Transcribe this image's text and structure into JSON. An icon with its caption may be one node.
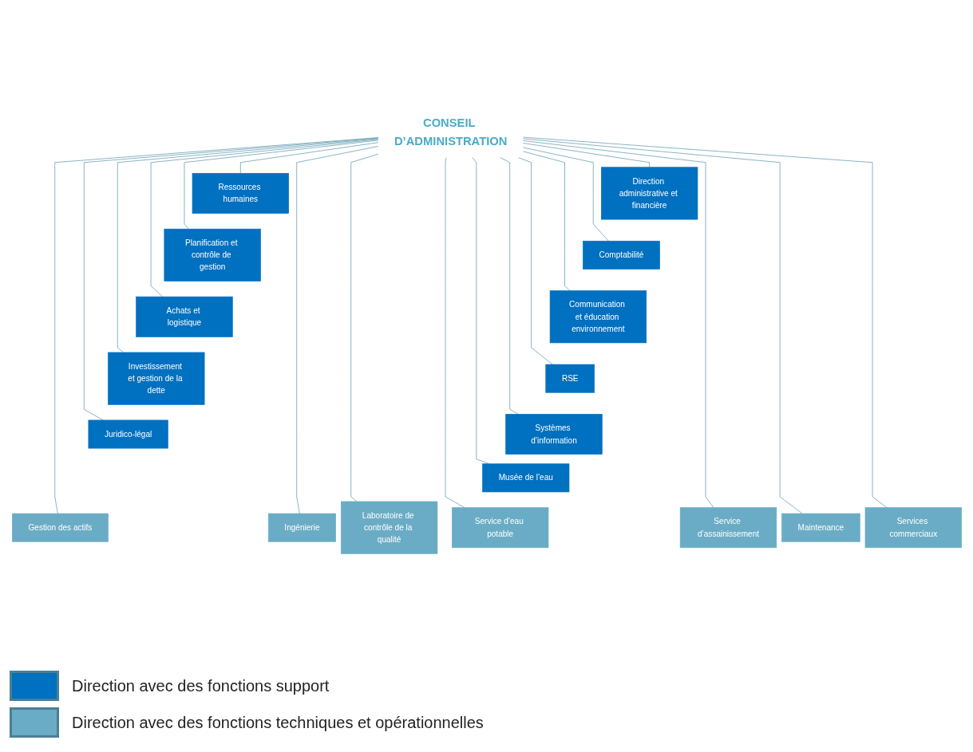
{
  "diagram": {
    "nodes": [
      {
        "text": [
          "CONSEIL D’ADMINISTRATION"
        ]
      },
      {
        "text": [
          "Direction administrative et financière"
        ]
      },
      {
        "text": [
          "Ressources humaines"
        ]
      },
      {
        "text": [
          "Comptabilité"
        ]
      },
      {
        "text": [
          "Planification et contrôle de gestion"
        ]
      },
      {
        "text": [
          "Communication et éducation environnement"
        ]
      },
      {
        "text": [
          "Achats et logistique"
        ]
      },
      {
        "text": [
          "RSE"
        ]
      },
      {
        "text": [
          "Investissement et gestion de la dette"
        ]
      },
      {
        "text": [
          "Systèmes d’information"
        ]
      },
      {
        "text": [
          "Juridico-légal"
        ]
      },
      {
        "text": [
          "Musée de l’eau"
        ]
      },
      {
        "text": [
          "Gestion des actifs"
        ]
      },
      {
        "text": [
          "Ingénierie"
        ]
      },
      {
        "text": [
          "Laboratoire de contrôle de la qualité"
        ]
      },
      {
        "text": [
          "Service d’eau potable"
        ]
      },
      {
        "text": [
          "Service d’assainissement"
        ]
      },
      {
        "text": [
          "Maintenance"
        ]
      },
      {
        "text": [
          "Services commerciaux"
        ]
      }
    ],
    "edges": [
      {
        "from": 0,
        "to": 1,
        "arrow": "none"
      },
      {
        "from": 0,
        "to": 2,
        "arrow": "none"
      },
      {
        "from": 0,
        "to": 3,
        "arrow": "none"
      },
      {
        "from": 0,
        "to": 4,
        "arrow": "none"
      },
      {
        "from": 0,
        "to": 5,
        "arrow": "none"
      },
      {
        "from": 0,
        "to": 6,
        "arrow": "none"
      },
      {
        "from": 0,
        "to": 7,
        "arrow": "none"
      },
      {
        "from": 0,
        "to": 8,
        "arrow": "none"
      },
      {
        "from": 0,
        "to": 9,
        "arrow": "none"
      },
      {
        "from": 0,
        "to": 10,
        "arrow": "none"
      },
      {
        "from": 0,
        "to": 11,
        "arrow": "none"
      },
      {
        "from": 0,
        "to": 12,
        "arrow": "none"
      },
      {
        "from": 0,
        "to": 13,
        "arrow": "none"
      },
      {
        "from": 0,
        "to": 14,
        "arrow": "none"
      },
      {
        "from": 0,
        "to": 15,
        "arrow": "none"
      },
      {
        "from": 0,
        "to": 16,
        "arrow": "none"
      },
      {
        "from": 0,
        "to": 17,
        "arrow": "none"
      },
      {
        "from": 0,
        "to": 18,
        "arrow": "none"
      }
    ],
    "legend": [
      {
        "text": "Direction avec des fonctions support",
        "color": "#0070c0"
      },
      {
        "text": "Direction avec des fonctions techniques et opérationnelles",
        "color": "#6aacc5"
      }
    ]
  }
}
